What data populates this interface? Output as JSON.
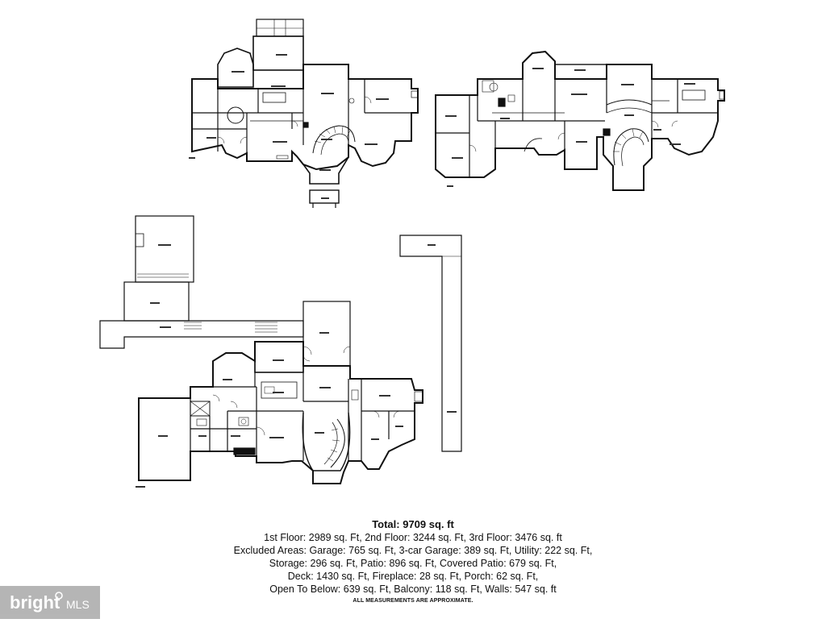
{
  "summary": {
    "total": "Total: 9709 sq. ft",
    "lines": [
      "1st Floor: 2989 sq. Ft, 2nd Floor: 3244 sq. Ft, 3rd Floor: 3476 sq. ft",
      "Excluded Areas: Garage: 765 sq. Ft, 3-car Garage: 389 sq. Ft, Utility: 222 sq. Ft,",
      "Storage: 296 sq. Ft, Patio: 896 sq. Ft, Covered Patio: 679 sq. Ft,",
      "Deck: 1430 sq. Ft, Fireplace: 28 sq. Ft, Porch: 62 sq. Ft,",
      "Open To Below: 639 sq. Ft, Balcony: 118 sq. Ft, Walls: 547 sq. ft"
    ],
    "disclaimer": "ALL MEASUREMENTS ARE APPROXIMATE."
  },
  "watermark": {
    "text_a": "bright",
    "text_b": "MLS"
  },
  "colors": {
    "wall": "#111111",
    "background": "#ffffff",
    "watermark_bg": "#a9a9a9"
  }
}
